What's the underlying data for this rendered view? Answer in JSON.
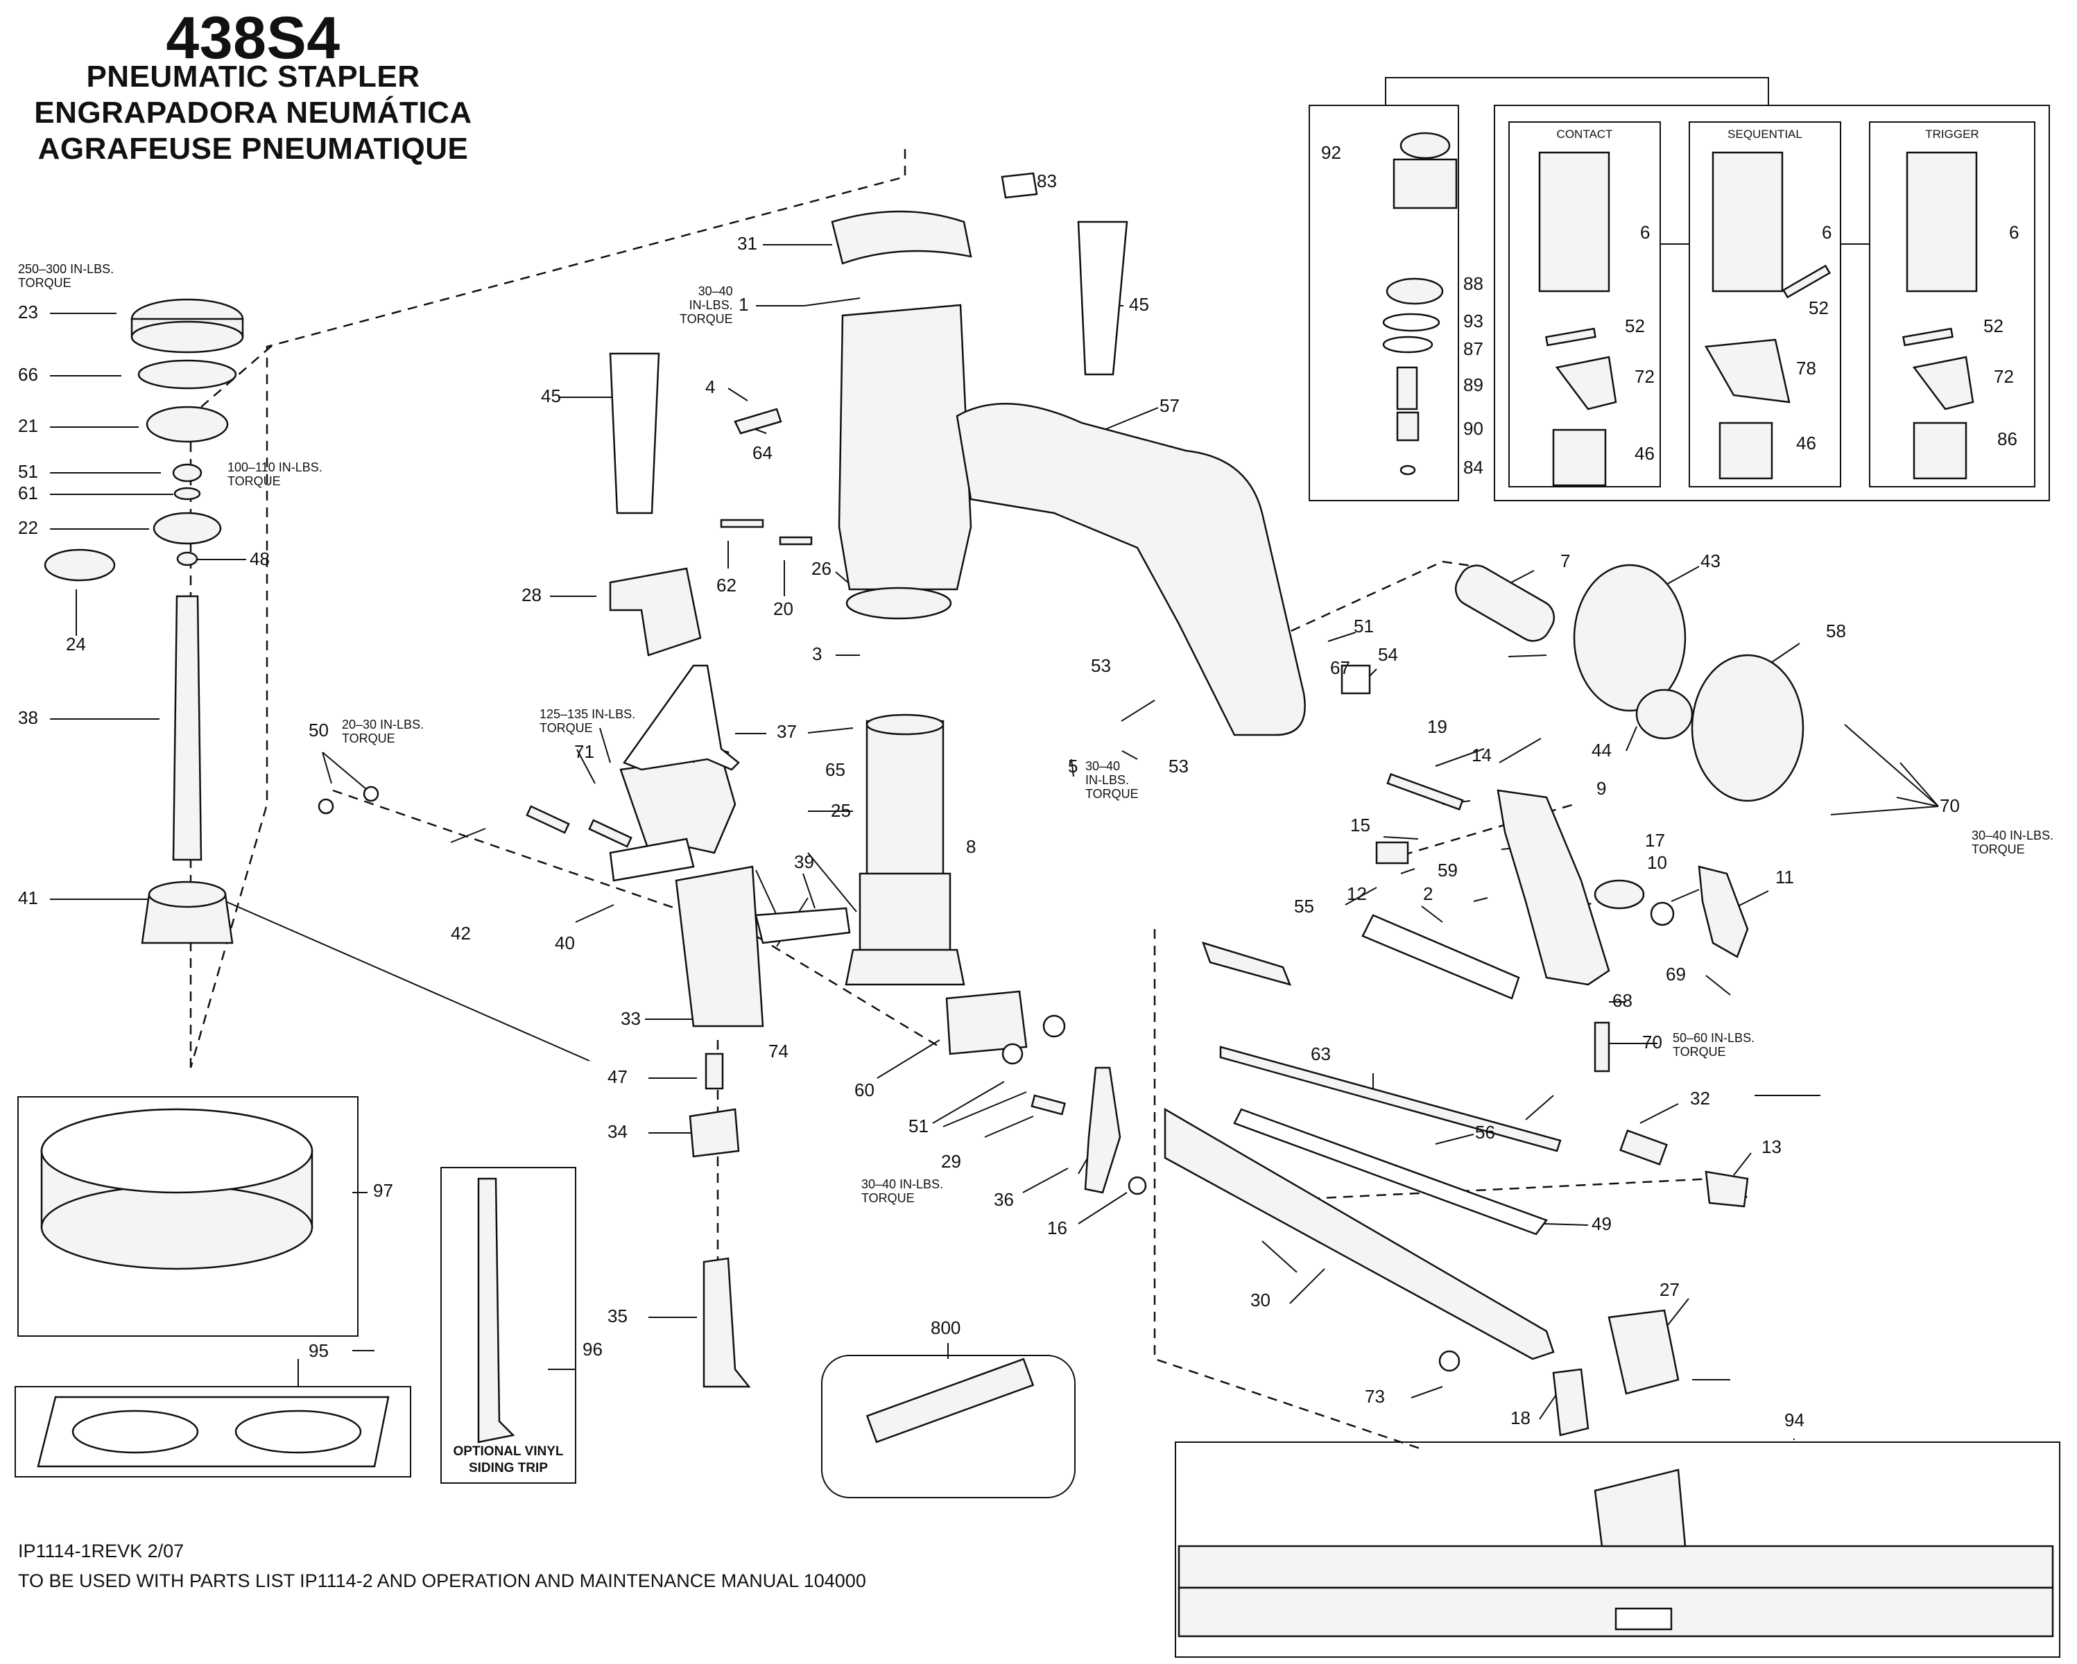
{
  "title": {
    "model": "438S4",
    "line1": "PNEUMATIC STAPLER",
    "line2": "ENGRAPADORA NEUMÁTICA",
    "line3": "AGRAFEUSE PNEUMATIQUE"
  },
  "torque_notes": {
    "t23": "250–300 IN-LBS.\nTORQUE",
    "t51a": "100–110 IN-LBS.\nTORQUE",
    "t1": "30–40\nIN-LBS.\nTORQUE",
    "t50": "20–30 IN-LBS.\nTORQUE",
    "t71": "125–135 IN-LBS.\nTORQUE",
    "t5": "30–40\nIN-LBS.\nTORQUE",
    "t29": "30–40 IN-LBS.\nTORQUE",
    "t70r": "30–40 IN-LBS.\nTORQUE",
    "t70b": "50–60 IN-LBS.\nTORQUE"
  },
  "trigger_boxes": {
    "contact": "CONTACT",
    "sequential": "SEQUENTIAL",
    "trigger": "TRIGGER"
  },
  "optional_label": "OPTIONAL VINYL\nSIDING TRIP",
  "footer": {
    "doc_id": "IP1114-1REVK  2/07",
    "note": "TO BE USED WITH PARTS LIST IP1114-2 AND OPERATION AND MAINTENANCE MANUAL 104000"
  },
  "callouts": {
    "c1": "1",
    "c2": "2",
    "c3": "3",
    "c4": "4",
    "c5": "5",
    "c6a": "6",
    "c6b": "6",
    "c6c": "6",
    "c7": "7",
    "c8": "8",
    "c9": "9",
    "c10": "10",
    "c11": "11",
    "c12": "12",
    "c13": "13",
    "c14": "14",
    "c15": "15",
    "c16": "16",
    "c17": "17",
    "c18": "18",
    "c19": "19",
    "c20": "20",
    "c21": "21",
    "c22": "22",
    "c23": "23",
    "c24": "24",
    "c25": "25",
    "c26": "26",
    "c27": "27",
    "c28": "28",
    "c29": "29",
    "c30": "30",
    "c31": "31",
    "c32": "32",
    "c33": "33",
    "c34": "34",
    "c35": "35",
    "c36": "36",
    "c37": "37",
    "c38": "38",
    "c39": "39",
    "c40": "40",
    "c41": "41",
    "c42": "42",
    "c43": "43",
    "c44": "44",
    "c45a": "45",
    "c45b": "45",
    "c46a": "46",
    "c46b": "46",
    "c47": "47",
    "c48": "48",
    "c49": "49",
    "c50": "50",
    "c51a": "51",
    "c51b": "51",
    "c51c": "51",
    "c52a": "52",
    "c52b": "52",
    "c52c": "52",
    "c53a": "53",
    "c53b": "53",
    "c54": "54",
    "c55": "55",
    "c56": "56",
    "c57": "57",
    "c58": "58",
    "c59": "59",
    "c60": "60",
    "c61": "61",
    "c62": "62",
    "c63": "63",
    "c64": "64",
    "c65": "65",
    "c66": "66",
    "c67": "67",
    "c68": "68",
    "c69": "69",
    "c70a": "70",
    "c70b": "70",
    "c71": "71",
    "c72a": "72",
    "c72b": "72",
    "c73": "73",
    "c74": "74",
    "c78": "78",
    "c83": "83",
    "c84": "84",
    "c86": "86",
    "c87": "87",
    "c88": "88",
    "c89": "89",
    "c90": "90",
    "c92": "92",
    "c93": "93",
    "c94": "94",
    "c95": "95",
    "c96": "96",
    "c97": "97",
    "c800": "800"
  }
}
